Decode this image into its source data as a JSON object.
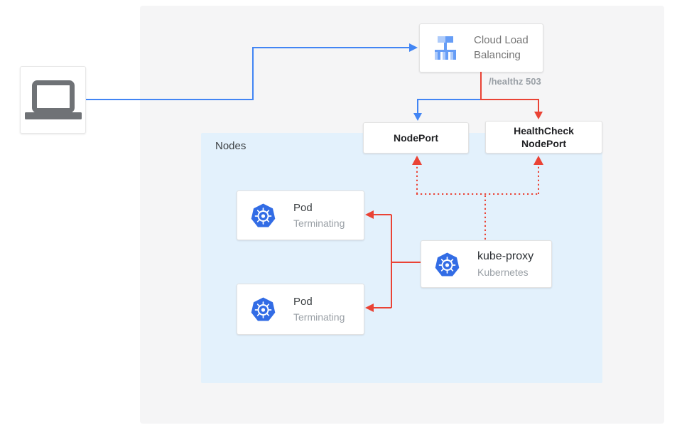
{
  "colors": {
    "flow_blue": "#4285F4",
    "flow_red": "#EA4335",
    "nodes_bg": "#E3F1FC",
    "canvas_bg": "#F5F5F6",
    "kubernetes_blue": "#326CE5",
    "lb_icon_light": "#AECBFA",
    "lb_icon_dark": "#669DF6",
    "laptop_gray": "#6F7276",
    "muted_text": "#9AA0A6"
  },
  "cloud_load_balancing": {
    "label": "Cloud Load Balancing"
  },
  "healthz_badge": "/healthz 503",
  "nodeport": {
    "label": "NodePort"
  },
  "healthcheck_nodeport": {
    "label": "HealthCheck NodePort"
  },
  "nodes": {
    "label": "Nodes"
  },
  "pods": [
    {
      "title": "Pod",
      "status": "Terminating"
    },
    {
      "title": "Pod",
      "status": "Terminating"
    }
  ],
  "kube_proxy": {
    "title": "kube-proxy",
    "subtitle": "Kubernetes"
  }
}
